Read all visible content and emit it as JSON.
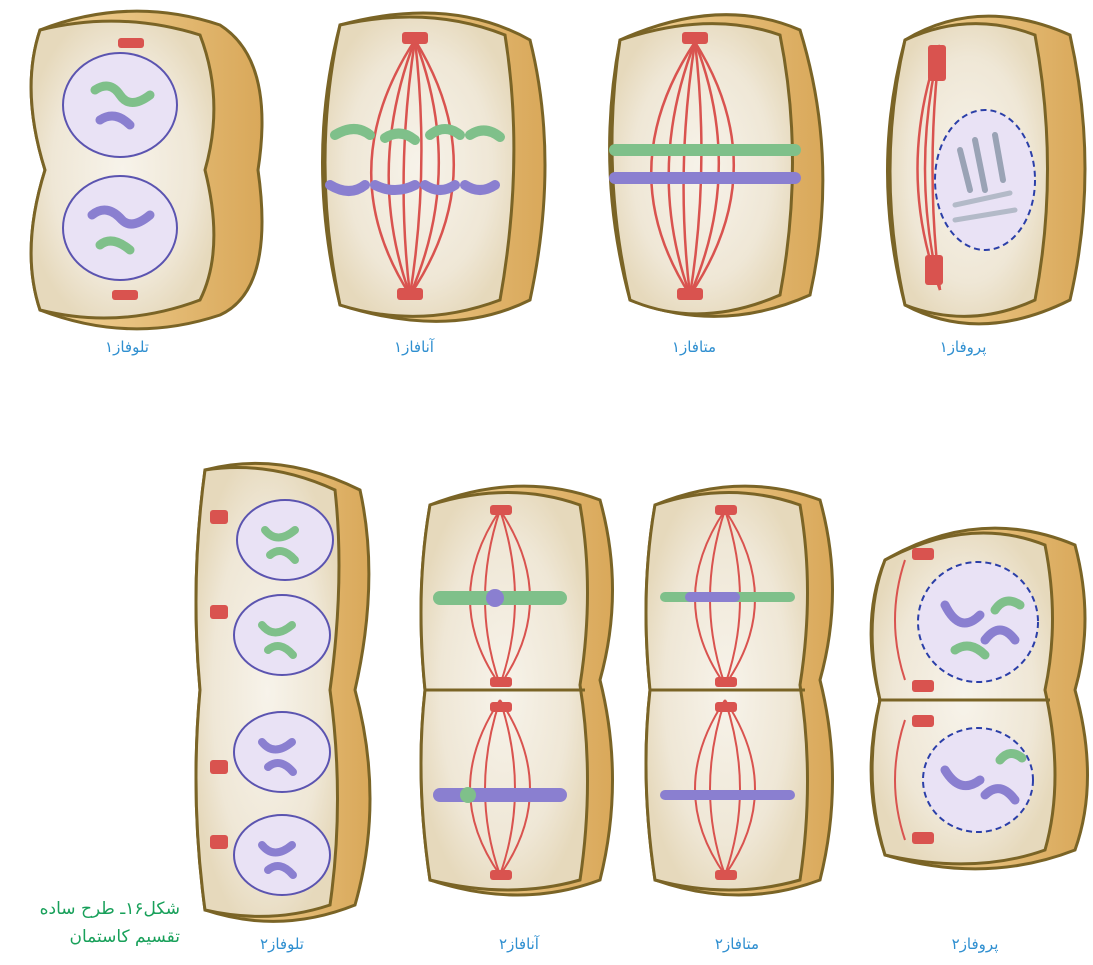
{
  "labels": {
    "row1": {
      "telophase1": "تلوفاز۱",
      "anaphase1": "آنافاز۱",
      "metaphase1": "متافاز۱",
      "prophase1": "پروفاز۱"
    },
    "row2": {
      "telophase2": "تلوفاز۲",
      "anaphase2": "آنافاز۲",
      "metaphase2": "متافاز۲",
      "prophase2": "پروفاز۲"
    }
  },
  "caption": {
    "line1": "شکل۱۶ـ طرح ساده",
    "line2": "تقسیم کاستمان"
  },
  "colors": {
    "label_blue": "#2f8fd0",
    "caption_green": "#18a05a",
    "cell_fill": "#f6efdf",
    "cell_outline": "#7a6426",
    "cell_wall": "#e8c27a",
    "spindle_red": "#d9534f",
    "chromosome_green": "#7fc08a",
    "chromosome_purple": "#8a7fd0",
    "nucleus_fill": "#e9e2f5"
  }
}
